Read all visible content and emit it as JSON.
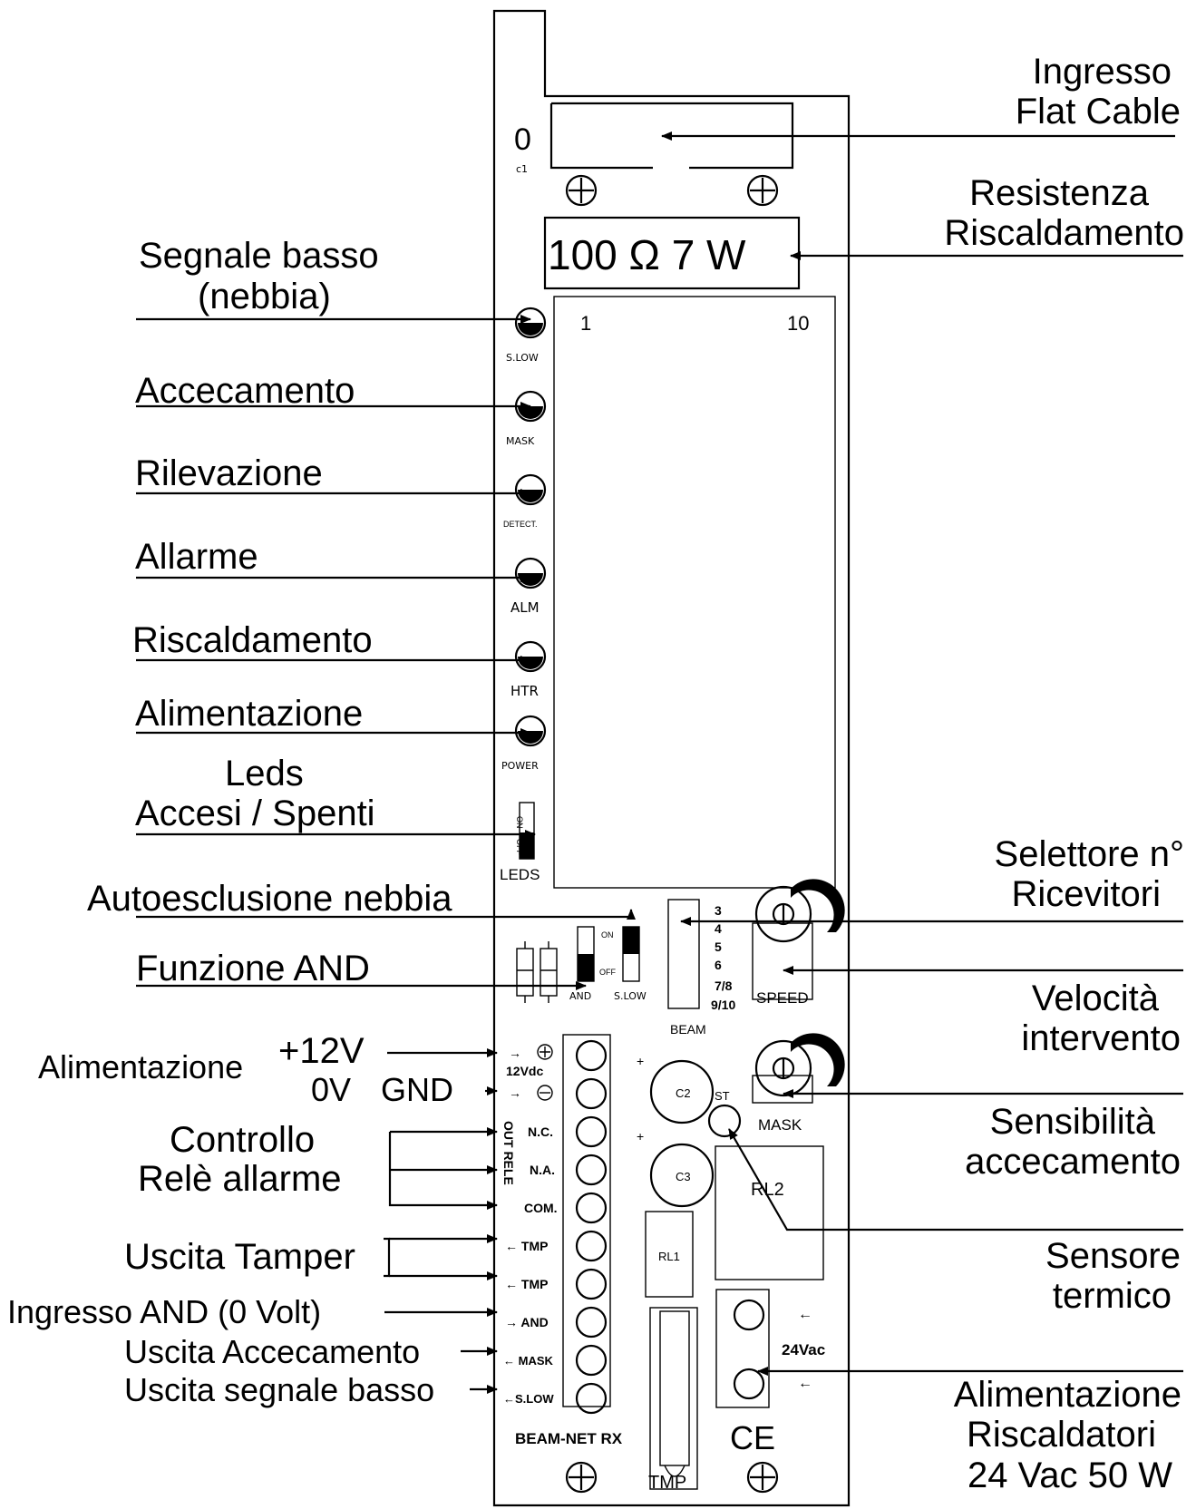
{
  "labels_left": {
    "segnale_basso_1": "Segnale basso",
    "segnale_basso_2": "(nebbia)",
    "accecamento": "Accecamento",
    "rilevazione": "Rilevazione",
    "allarme": "Allarme",
    "riscaldamento": "Riscaldamento",
    "alimentazione_led": "Alimentazione",
    "leds_1": "Leds",
    "leds_2": "Accesi / Spenti",
    "autoesclusione": "Autoesclusione nebbia",
    "funzione_and": "Funzione AND",
    "alimentazione_power": "Alimentazione",
    "plus12v": "+12V",
    "zerov": "0V",
    "gnd": "GND",
    "controllo_1": "Controllo",
    "controllo_2": "Relè allarme",
    "uscita_tamper": "Uscita Tamper",
    "ingresso_and": "Ingresso AND (0 Volt)",
    "uscita_accecamento": "Uscita Accecamento",
    "uscita_segnale_basso": "Uscita segnale basso"
  },
  "labels_right": {
    "ingresso_1": "Ingresso",
    "ingresso_2": "Flat Cable",
    "resistenza_1": "Resistenza",
    "resistenza_2": "Riscaldamento",
    "selettore_1": "Selettore n°",
    "selettore_2": "Ricevitori",
    "velocita_1": "Velocità",
    "velocita_2": "intervento",
    "sensibilita_1": "Sensibilità",
    "sensibilita_2": "accecamento",
    "sensore_1": "Sensore",
    "sensore_2": "termico",
    "alim_risc_1": "Alimentazione",
    "alim_risc_2": "Riscaldatori",
    "alim_risc_3": "24 Vac 50 W"
  },
  "board": {
    "c1_zero": "0",
    "c1": "c1",
    "resistor": "100 Ω  7 W",
    "display_1": "1",
    "display_10": "10",
    "led_slow": "S.LOW",
    "led_mask": "MASK",
    "led_detect": "DETECT.",
    "led_alm": "ALM",
    "led_htr": "HTR",
    "led_power": "POWER",
    "leds": "LEDS",
    "on": "ON",
    "off": "OFF",
    "and": "AND",
    "slow": "S.LOW",
    "beam": "BEAM",
    "beam_nums": [
      "3",
      "4",
      "5",
      "6",
      "7/8",
      "9/10"
    ],
    "speed": "SPEED",
    "mask": "MASK",
    "vdc": "12Vdc",
    "out_rele": "OUT RELE",
    "nc": "N.C.",
    "na": "N.A.",
    "com": "COM.",
    "tmp1": "← TMP",
    "tmp2": "← TMP",
    "t_and": "→ AND",
    "t_mask": "← MASK",
    "t_slow": "←S.LOW",
    "c2": "C2",
    "c3": "C3",
    "st": "ST",
    "rl1": "RL1",
    "rl2": "RL2",
    "vac": "24Vac",
    "model": "BEAM-NET RX",
    "ce": "CE",
    "tmp_bottom": "TMP"
  }
}
